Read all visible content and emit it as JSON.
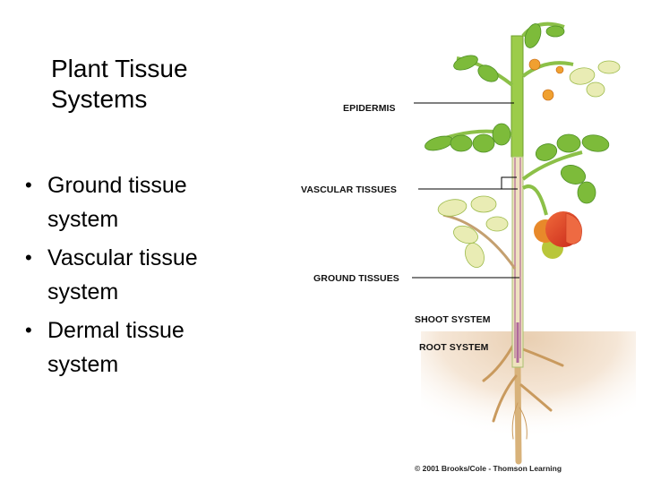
{
  "slide": {
    "title": "Plant Tissue Systems",
    "title_lines": [
      "Plant Tissue",
      "Systems"
    ],
    "bullets": [
      {
        "line1": "Ground tissue",
        "line2": "system"
      },
      {
        "line1": "Vascular tissue",
        "line2": "system"
      },
      {
        "line1": "Dermal tissue",
        "line2": "system"
      }
    ],
    "bullet_glyph": "•"
  },
  "diagram": {
    "labels": {
      "epidermis": "EPIDERMIS",
      "vascular": "VASCULAR TISSUES",
      "ground": "GROUND TISSUES",
      "shoot": "SHOOT SYSTEM",
      "root": "ROOT SYSTEM"
    },
    "credit": "© 2001 Brooks/Cole - Thomson Learning",
    "colors": {
      "leaf": "#7dbb3a",
      "leaf_dark": "#4e8f25",
      "leaf_pale": "#e6ecb0",
      "stem": "#9ccc4a",
      "stem_cut": "#efe2bf",
      "vascular": "#b06a9a",
      "tomato": "#e8452c",
      "flower": "#f0a030",
      "soil": "#f2dcc4",
      "root": "#d8b27a"
    }
  }
}
